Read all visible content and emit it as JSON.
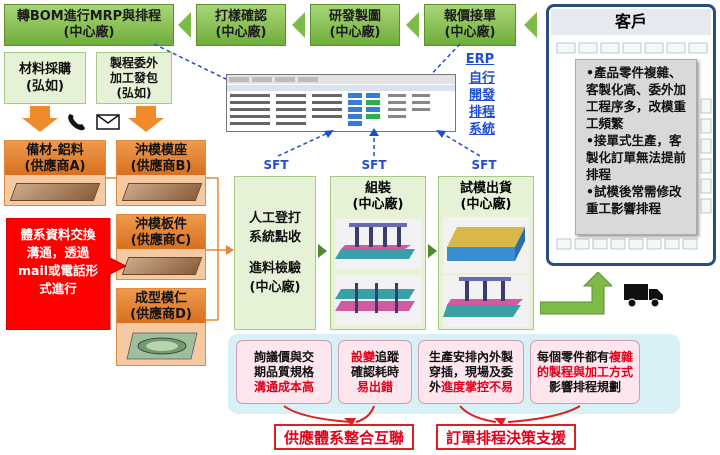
{
  "top_row": {
    "bom": {
      "line1": "轉BOM進行MRP與排程",
      "line2": "(中心廠)"
    },
    "sample": {
      "line1": "打樣確認",
      "line2": "(中心廠)"
    },
    "design": {
      "line1": "研發製圖",
      "line2": "(中心廠)"
    },
    "quote": {
      "line1": "報價接單",
      "line2": "(中心廠)"
    }
  },
  "customer": {
    "title": "客戶",
    "bullets": [
      "•產品零件複雜、客製化高、委外加工程序多，改模重工頻繁",
      "•接單式生產，客製化訂單無法提前排程",
      "•試模後常需修改重工影響排程"
    ]
  },
  "procure": {
    "material": {
      "line1": "材料採購",
      "line2": "(弘如)"
    },
    "outsource": {
      "line1": "製程委外",
      "line2": "加工發包",
      "line3": "(弘如)"
    }
  },
  "erp": {
    "label": "ERP",
    "system_lines": [
      "自行",
      "開發",
      "排程",
      "系統"
    ]
  },
  "suppliers": {
    "a": {
      "line1": "備材-鋁料",
      "line2": "(供應商A)"
    },
    "b": {
      "line1": "沖模模座",
      "line2": "(供應商B)"
    },
    "c": {
      "line1": "沖模板件",
      "line2": "(供應商C)"
    },
    "d": {
      "line1": "成型模仁",
      "line2": "(供應商D)"
    }
  },
  "red_note": {
    "lines": [
      "體系資料交換",
      "溝通，透過",
      "mail或電話形",
      "式進行"
    ]
  },
  "sft_labels": [
    "SFT",
    "SFT",
    "SFT"
  ],
  "stages": {
    "checkin": {
      "line1": "人工登打",
      "line2": "系統點收",
      "line3": "進料檢驗",
      "line4": "(中心廠)"
    },
    "assembly": {
      "line1": "組裝",
      "line2": "(中心廠)"
    },
    "trial": {
      "line1": "試模出貨",
      "line2": "(中心廠)"
    }
  },
  "issues": [
    {
      "lines": [
        "詢議價與交",
        "期品質規格"
      ],
      "red": "溝通成本高"
    },
    {
      "red_start": "設變",
      "rest": "追蹤",
      "line2": "確認耗時",
      "red2": "易出錯"
    },
    {
      "line1": "生產安排內外製",
      "line2": "穿插，現場及委",
      "line3_a": "外",
      "line3_red": "進度掌控不易"
    },
    {
      "line1_a": "每個零件都有",
      "line1_red": "複雜",
      "line2_red": "的製程與加工方式",
      "line3": "影響排程規劃"
    }
  ],
  "outcomes": {
    "left": "供應體系整合互聯",
    "right": "訂單排程決策支援"
  },
  "colors": {
    "green": "#7dbb46",
    "orange": "#e8862f",
    "red": "#e0001a",
    "blue": "#1f4fd0"
  }
}
